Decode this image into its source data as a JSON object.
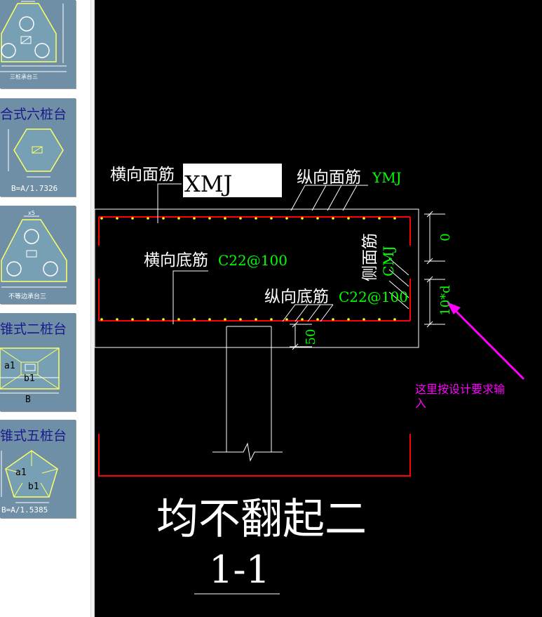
{
  "sidebar": {
    "items": [
      {
        "id": "three-pile",
        "caption": "三桩承台三"
      },
      {
        "id": "six-pile",
        "title": "合式六桩台",
        "caption": "B=A/1.7326"
      },
      {
        "id": "uneq-tri",
        "caption": "不等边承台三",
        "dim": "x5"
      },
      {
        "id": "two-pile",
        "title": "锥式二桩台",
        "a1": "a1",
        "b1": "b1",
        "b": "B"
      },
      {
        "id": "five-pile",
        "title": "锥式五桩台",
        "a1": "a1",
        "b1": "b1",
        "caption": "B=A/1.5385"
      }
    ]
  },
  "drawing": {
    "top_transverse_label": "横向面筋",
    "top_transverse_value": "XMJ",
    "top_longitudinal_label": "纵向面筋",
    "top_longitudinal_value": "YMJ",
    "side_label": "侧面筋",
    "side_value": "CMJ",
    "bottom_transverse_label": "横向底筋",
    "bottom_transverse_value": "C22@100",
    "bottom_longitudinal_label": "纵向底筋",
    "bottom_longitudinal_value": "C22@100",
    "dim_top": "0",
    "dim_side": "10*d",
    "dim_bottom": "50",
    "note": "这里按设计要求输入",
    "title": "均不翻起二",
    "section": "1-1"
  },
  "colors": {
    "canvas": "#000000",
    "rebar": "#ff0000",
    "dots": "#ffff00",
    "green_text": "#00ff00",
    "note": "#ff00ff",
    "thumb_bg": "#6e8fa6"
  }
}
